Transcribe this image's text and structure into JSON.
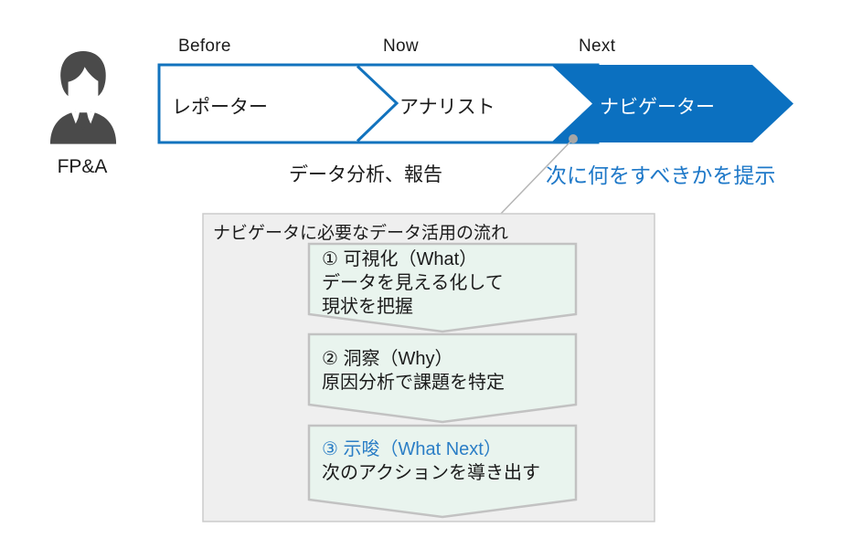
{
  "persona": {
    "icon": "businessman-icon",
    "label": "FP&A"
  },
  "timeline": {
    "stages": [
      {
        "period": "Before",
        "role": "レポーター"
      },
      {
        "period": "Now",
        "role": "アナリスト"
      },
      {
        "period": "Next",
        "role": "ナビゲーター"
      }
    ],
    "caption_now": "データ分析、報告",
    "caption_next": "次に何をすべきかを提示"
  },
  "flow": {
    "title": "ナビゲータに必要なデータ活用の流れ",
    "steps": [
      {
        "heading": "① 可視化（What）",
        "lines": [
          "データを見える化して",
          "現状を把握"
        ]
      },
      {
        "heading": "② 洞察（Why）",
        "lines": [
          "原因分析で課題を特定"
        ]
      },
      {
        "heading": "③ 示唆（What Next）",
        "lines": [
          "次のアクションを導き出す"
        ]
      }
    ]
  },
  "colors": {
    "accent_blue_fill": "#0b70c0",
    "band_border_blue": "#1273be",
    "caption_blue": "#1e78c8",
    "step3_heading_blue": "#2b7ec6",
    "step_fill_mint": "#e9f4ee",
    "step_border_gray": "#c2c2c2",
    "panel_fill_gray": "#efefef",
    "panel_border_gray": "#cbcbcb",
    "connector_gray": "#b5b5b5",
    "icon_gray": "#4a4a4a"
  }
}
